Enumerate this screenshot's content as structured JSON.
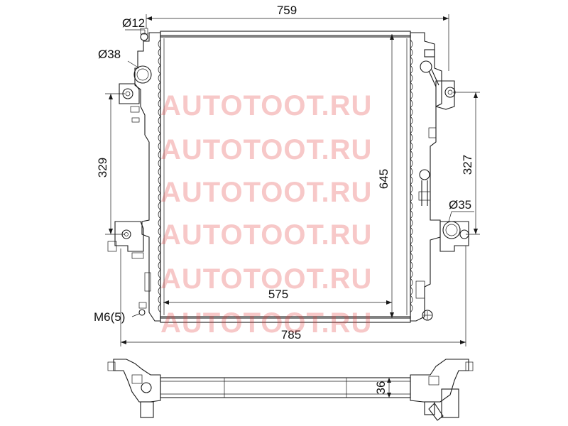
{
  "dimensions": {
    "overall_width_top": "759",
    "overall_width_bottom": "785",
    "core_width": "575",
    "core_height": "645",
    "left_mount_spacing": "329",
    "right_mount_spacing": "327",
    "thickness": "36",
    "inlet_diameter": "Ø38",
    "outlet_diameter": "Ø35",
    "vent_diameter": "Ø12",
    "drain_thread": "M6(5)"
  },
  "watermark": {
    "text": "AUTOTOOT.RU",
    "color": "#e23b3b"
  }
}
